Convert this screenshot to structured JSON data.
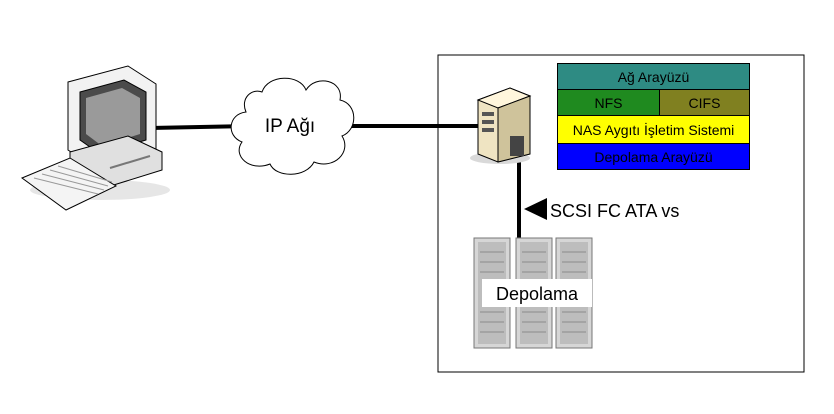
{
  "labels": {
    "ip_network": "IP Ağı",
    "storage": "Depolama",
    "protocols": "SCSI FC ATA vs"
  },
  "nas_stack": {
    "network_interface": "Ağ Arayüzü",
    "nfs": "NFS",
    "cifs": "CIFS",
    "os": "NAS Aygıtı İşletim Sistemi",
    "storage_interface": "Depolama Arayüzü"
  },
  "colors": {
    "network_interface": "#2e8b83",
    "nfs": "#1f8a1f",
    "cifs": "#808020",
    "os": "#ffff00",
    "storage_interface": "#0000ff"
  },
  "icons": [
    "computer-icon",
    "cloud-icon",
    "server-icon",
    "storage-array-icon",
    "arrow-left-icon"
  ]
}
